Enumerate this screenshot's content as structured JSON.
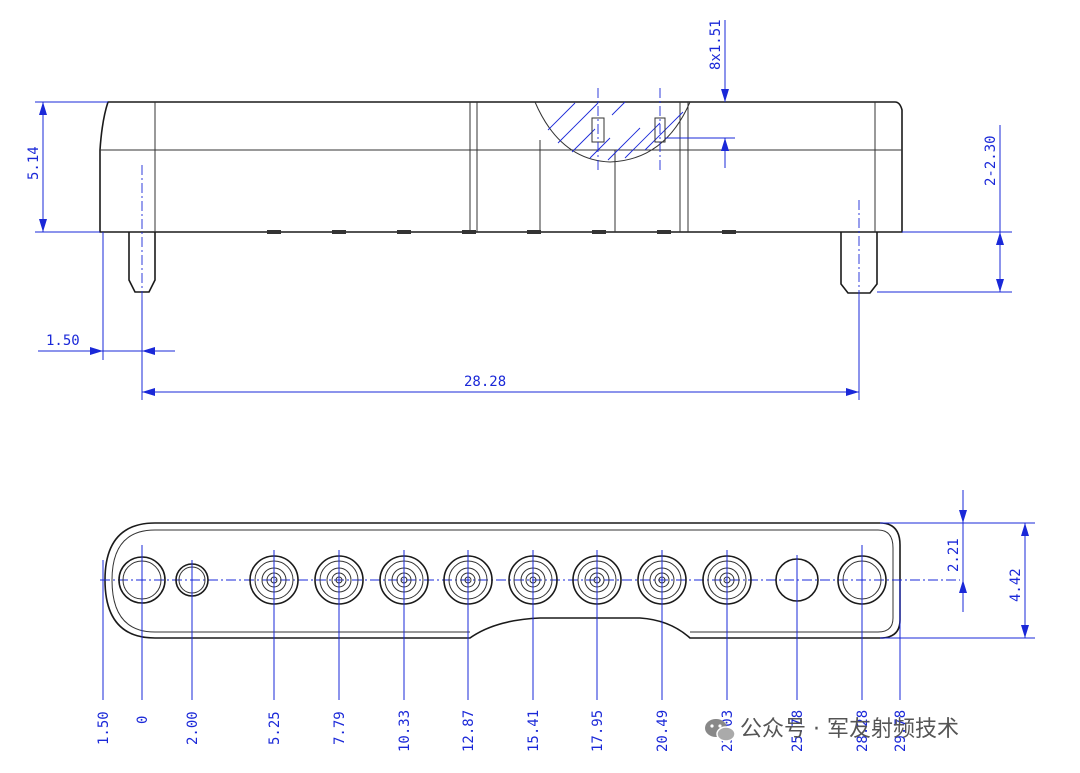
{
  "dimensions": {
    "height": "5.14",
    "pin_offset": "1.50",
    "span": "28.28",
    "pin_length": "2-2.30",
    "pin_spacing": "8x1.51",
    "half_width": "2.21",
    "width": "4.42"
  },
  "positions": [
    "1.50",
    "0",
    "2.00",
    "5.25",
    "7.79",
    "10.33",
    "12.87",
    "15.41",
    "17.95",
    "20.49",
    "23.03",
    "25.78",
    "28.28",
    "29.78"
  ],
  "watermark": "公众号 · 军友射频技术",
  "colors": {
    "dimension": "#1a28d8",
    "outline": "#1a1a1a"
  }
}
